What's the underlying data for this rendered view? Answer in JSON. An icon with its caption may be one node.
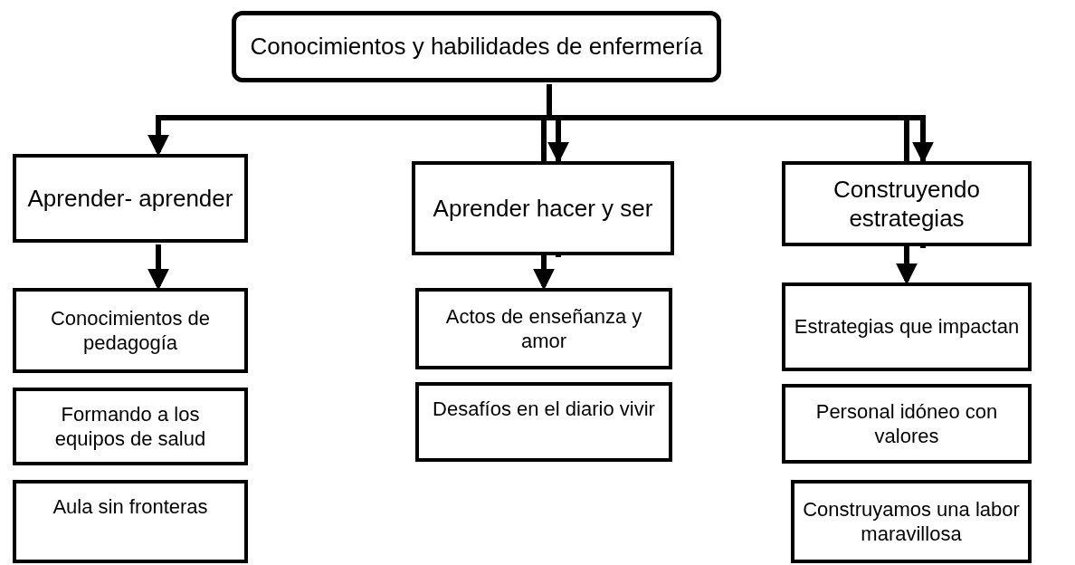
{
  "diagram": {
    "nodes": [
      {
        "text": [
          "Conocimientos y habilidades de enfermería"
        ]
      },
      {
        "text": [
          "Aprender- aprender"
        ]
      },
      {
        "text": [
          "Aprender hacer y ser"
        ]
      },
      {
        "text": [
          "Construyendo estrategias"
        ]
      },
      {
        "text": [
          "Conocimientos de pedagogía"
        ]
      },
      {
        "text": [
          "Formando a los equipos de salud"
        ]
      },
      {
        "text": [
          "Aula sin fronteras"
        ]
      },
      {
        "text": [
          "Actos de enseñanza y amor"
        ]
      },
      {
        "text": [
          "Desafíos en el diario vivir"
        ]
      },
      {
        "text": [
          "Estrategias que impactan"
        ]
      },
      {
        "text": [
          "Personal idóneo con valores"
        ]
      },
      {
        "text": [
          "Construyamos una labor maravillosa"
        ]
      }
    ],
    "edges": [
      {
        "from": 0,
        "to": 1,
        "arrow": "to"
      },
      {
        "from": 0,
        "to": 2,
        "arrow": "to"
      },
      {
        "from": 0,
        "to": 3,
        "arrow": "to"
      },
      {
        "from": 1,
        "to": 4,
        "arrow": "to"
      },
      {
        "from": 2,
        "to": 7,
        "arrow": "to"
      },
      {
        "from": 3,
        "to": 9,
        "arrow": "to"
      }
    ]
  }
}
